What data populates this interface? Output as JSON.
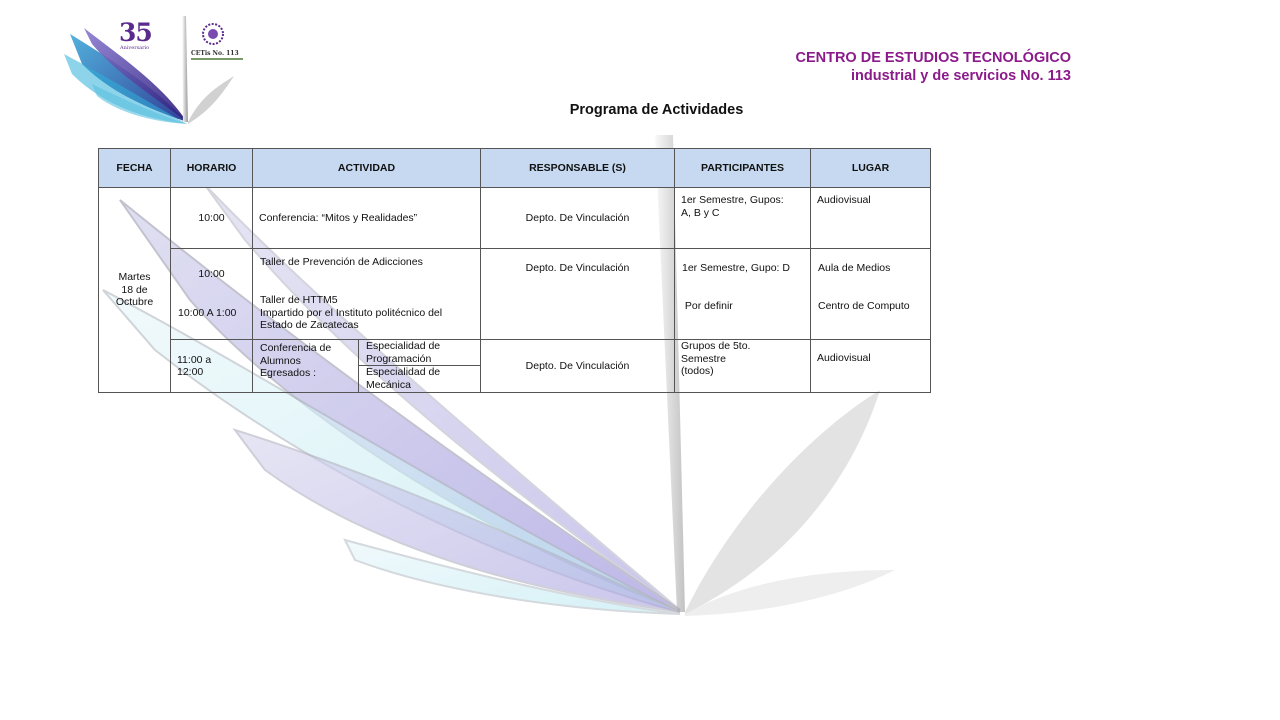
{
  "logo": {
    "anniversary_number": "35",
    "anniversary_text": "Aniversario",
    "school_short": "CETis No. 113"
  },
  "header": {
    "school_line1": "CENTRO DE ESTUDIOS TECNOLÓGICO",
    "school_line2": "industrial y de servicios No. 113",
    "title": "Programa de Actividades"
  },
  "table": {
    "columns": [
      "FECHA",
      "HORARIO",
      "ACTIVIDAD",
      "RESPONSABLE (S)",
      "PARTICIPANTES",
      "LUGAR"
    ],
    "fecha": [
      "Martes",
      "18 de",
      "Octubre"
    ],
    "rows": [
      {
        "horario": "10:00",
        "actividad": "Conferencia: “Mitos y Realidades”",
        "responsable": "Depto. De Vinculación",
        "participantes": [
          "1er Semestre, Gupos:",
          "A, B y C"
        ],
        "lugar": "Audiovisual"
      },
      {
        "horario_a": "10:00",
        "horario_b": "10:00 A 1:00",
        "actividad_a": "Taller  de Prevención de Adicciones",
        "actividad_b": [
          "Taller de HTTM5",
          "Impartido por el Instituto politécnico del",
          "Estado de Zacatecas"
        ],
        "responsable": "Depto. De Vinculación",
        "participantes_a": "1er Semestre, Gupo: D",
        "participantes_b": " Por definir",
        "lugar_a": "Aula de Medios",
        "lugar_b": "Centro de Computo"
      },
      {
        "horario": [
          "11:00 a",
          "12:00"
        ],
        "actividad": [
          "Conferencia de",
          "Alumnos",
          "Egresados :"
        ],
        "especialidad_a": [
          "Especialidad de",
          "Programación"
        ],
        "especialidad_b": [
          "Especialidad de",
          "Mecánica"
        ],
        "responsable": "Depto. De Vinculación",
        "participantes": [
          "Grupos de 5to.",
          "Semestre",
          "(todos)"
        ],
        "lugar": "Audiovisual"
      }
    ]
  }
}
